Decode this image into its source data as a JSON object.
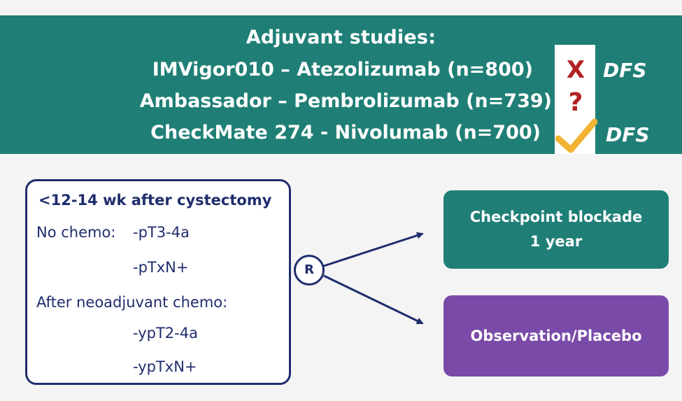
{
  "banner": {
    "title": "Adjuvant studies:",
    "studies": [
      {
        "text": "IMVigor010 – Atezolizumab (n=800)",
        "result_icon": "x-mark-icon",
        "endpoint": "DFS"
      },
      {
        "text": "Ambassador – Pembrolizumab (n=739)",
        "result_icon": "question-mark-icon",
        "endpoint": ""
      },
      {
        "text": "CheckMate 274 - Nivolumab (n=700)",
        "result_icon": "checkmark-icon",
        "endpoint": "DFS"
      }
    ],
    "x_symbol": "X",
    "q_symbol": "?"
  },
  "criteria": {
    "title": "<12-14 wk after cystectomy",
    "no_chemo_label": "No chemo:",
    "no_chemo_items": [
      "-pT3-4a",
      "-pTxN+"
    ],
    "neoadjuvant_label": "After neoadjuvant chemo:",
    "neoadjuvant_items": [
      "-ypT2-4a",
      "-ypTxN+"
    ]
  },
  "randomization": {
    "label": "R"
  },
  "arms": [
    {
      "line1": "Checkpoint blockade",
      "line2": "1 year"
    },
    {
      "line1": "Observation/Placebo",
      "line2": ""
    }
  ],
  "colors": {
    "banner": "#1f7f76",
    "navy": "#1f2d6d",
    "teal_box": "#1f7f76",
    "purple_box": "#7a4aa8",
    "x_red": "#b22222",
    "check_gold": "#f2b233"
  }
}
